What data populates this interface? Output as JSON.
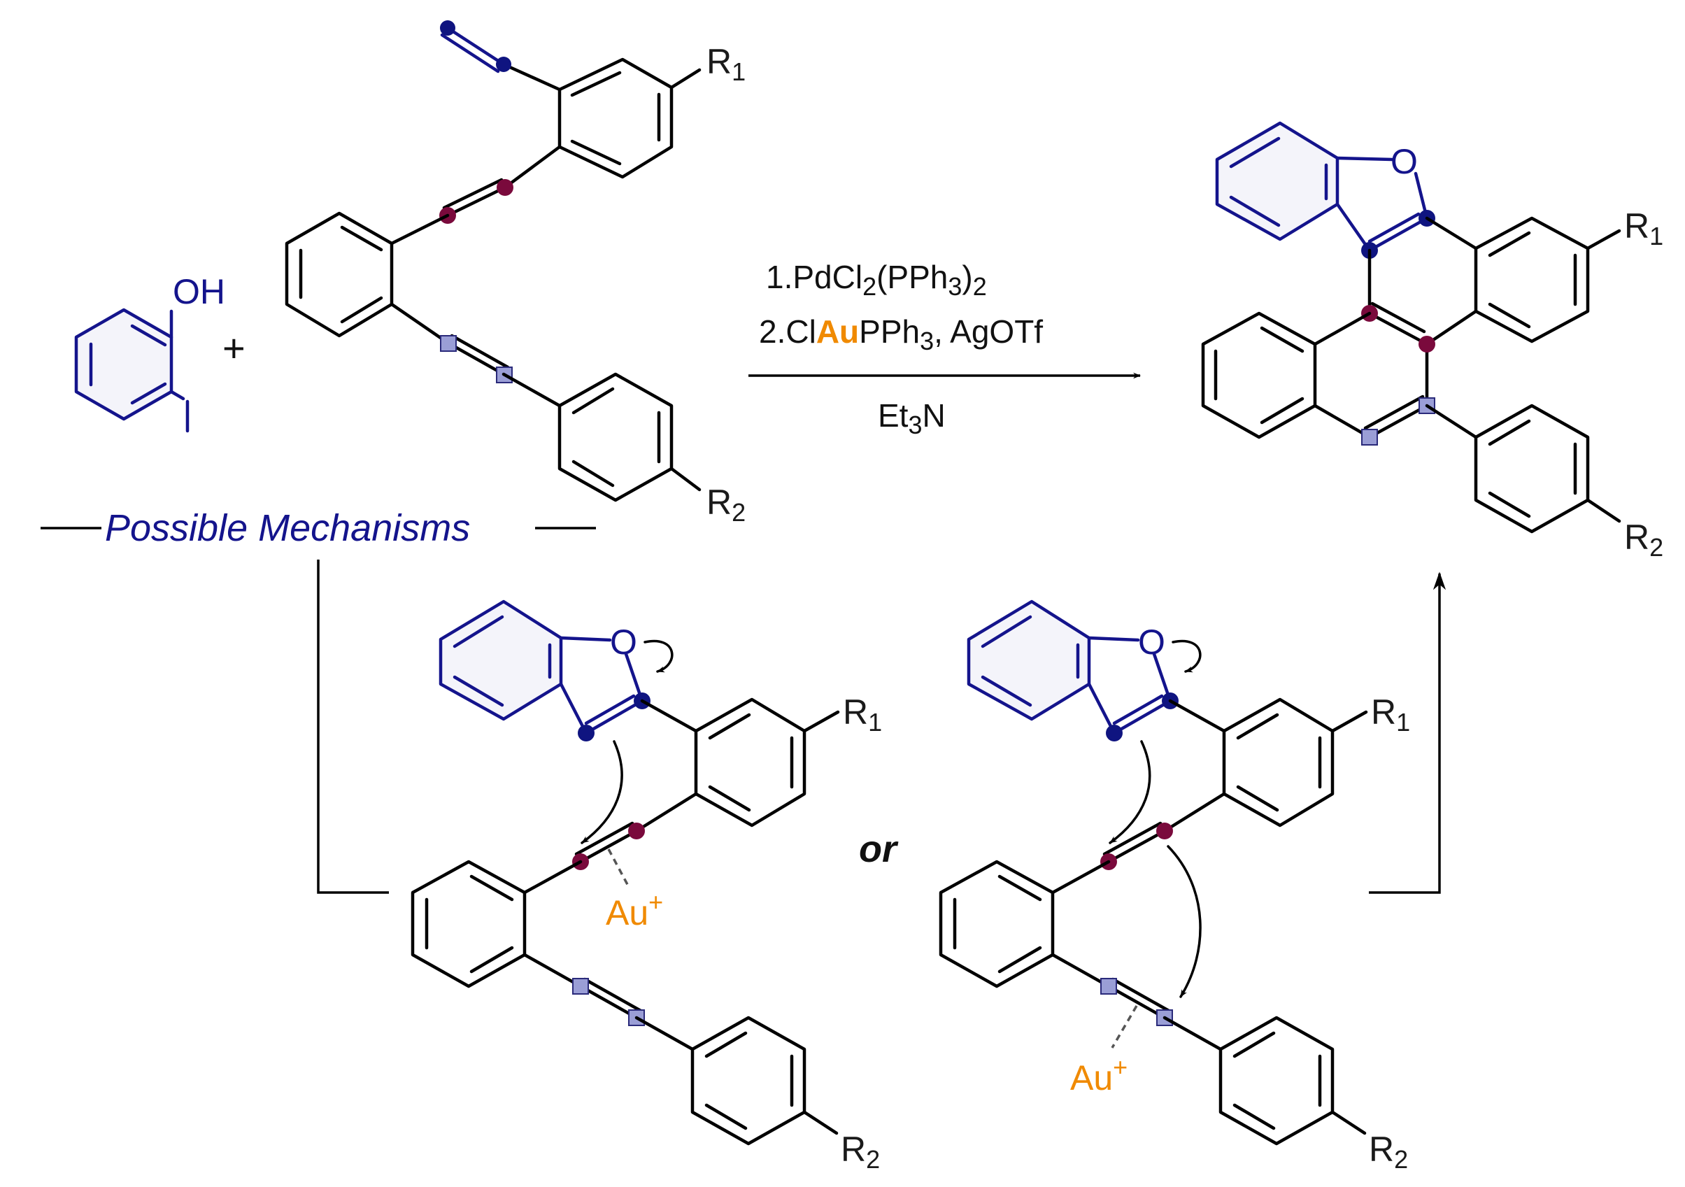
{
  "colors": {
    "phenol_blue": "#14148c",
    "nitrile_dot": "#0f1480",
    "alkyne_dot": "#7a0a3c",
    "square_marker": "#9a9ed6",
    "gold": "#f08a00"
  },
  "reactant_phenol": {
    "oh_label": "OH",
    "iodo_label": "I"
  },
  "plus_sign": "+",
  "substituents": {
    "r": "R",
    "r1_sub": "1",
    "r2_sub": "2"
  },
  "conditions": {
    "step1_prefix": "1.PdCl",
    "step1_sub_a": "2",
    "step1_mid": "(PPh",
    "step1_sub_b": "3",
    "step1_close": ")",
    "step1_sub_c": "2",
    "step2_prefix": "2.Cl",
    "step2_metal": "Au",
    "step2_mid": "PPh",
    "step2_sub": "3",
    "step2_suffix": ", AgOTf",
    "base_prefix": "Et",
    "base_sub": "3",
    "base_suffix": "N"
  },
  "mechanism_label": "Possible Mechanisms",
  "or_label": "or",
  "benzofuran_o_label": "O",
  "gold_cation": {
    "metal": "Au",
    "charge": "+"
  }
}
